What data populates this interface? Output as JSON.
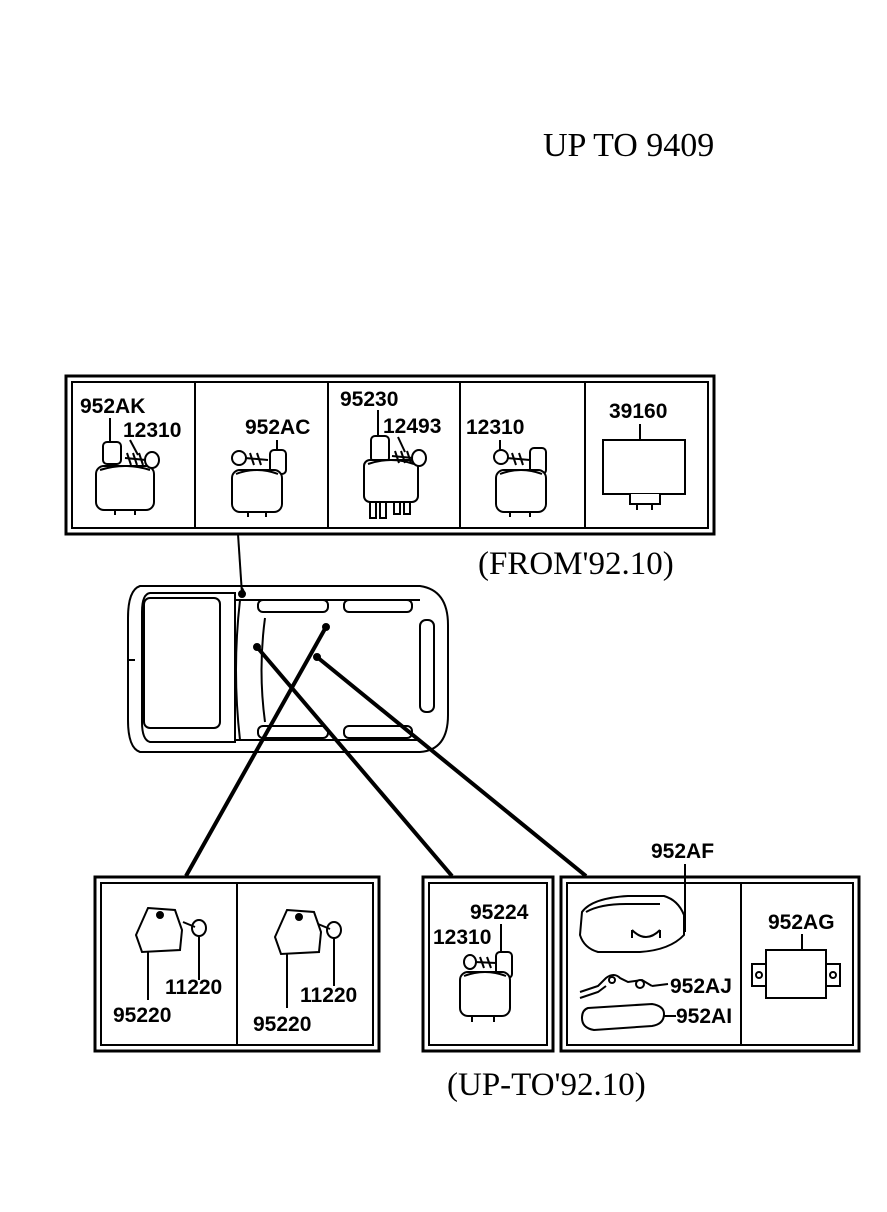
{
  "header": {
    "title": "UP TO 9409"
  },
  "top_assembly": {
    "caption": "(FROM'92.10)",
    "cells": [
      {
        "labels": [
          "952AK",
          "12310"
        ]
      },
      {
        "labels": [
          "952AC"
        ]
      },
      {
        "labels": [
          "95230",
          "12493"
        ]
      },
      {
        "labels": [
          "12310"
        ]
      },
      {
        "labels": [
          "39160"
        ]
      }
    ]
  },
  "bottom_left_assembly": {
    "cells": [
      {
        "labels": [
          "11220",
          "95220"
        ]
      },
      {
        "labels": [
          "11220",
          "95220"
        ]
      }
    ]
  },
  "bottom_middle_assembly": {
    "labels": [
      "95224",
      "12310"
    ]
  },
  "bottom_right_assembly": {
    "callout": "952AF",
    "labels": [
      "952AJ",
      "952AI",
      "952AG"
    ]
  },
  "bottom_caption": "(UP-TO'92.10)"
}
